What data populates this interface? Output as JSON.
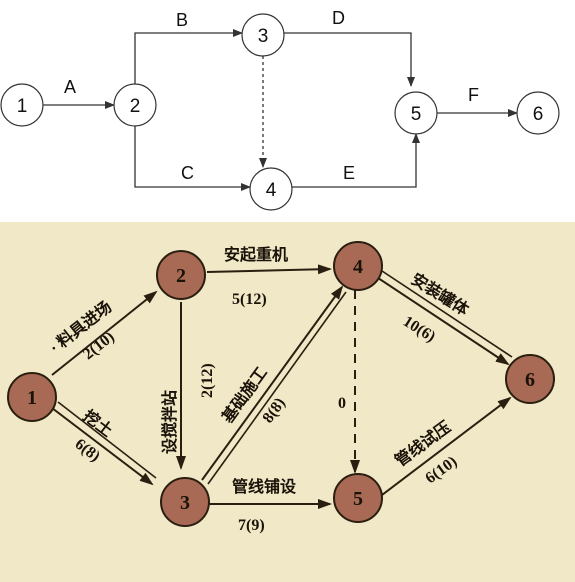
{
  "top_diagram": {
    "nodes": [
      "1",
      "2",
      "3",
      "4",
      "5",
      "6"
    ],
    "edges": [
      "A",
      "B",
      "C",
      "D",
      "E",
      "F"
    ]
  },
  "bottom_diagram": {
    "background_color": "#f0e8c6",
    "node_color": "#a86a55",
    "nodes": [
      "1",
      "2",
      "3",
      "4",
      "5",
      "6"
    ],
    "edges": {
      "e12_name": "· 料具进场",
      "e12_value": "2(10)",
      "e13_name": "挖土",
      "e13_value": "6(8)",
      "e23_name": "设搅拌站",
      "e23_value": "2(12)",
      "e24_name": "安起重机",
      "e24_value": "5(12)",
      "e34_name": "基础施工",
      "e34_value": "8(8)",
      "e35_name": "管线铺设",
      "e35_value": "7(9)",
      "e45_value": "0",
      "e46_name": "安装罐体",
      "e46_value": "10(6)",
      "e56_name": "管线试压",
      "e56_value": "6(10)"
    }
  }
}
